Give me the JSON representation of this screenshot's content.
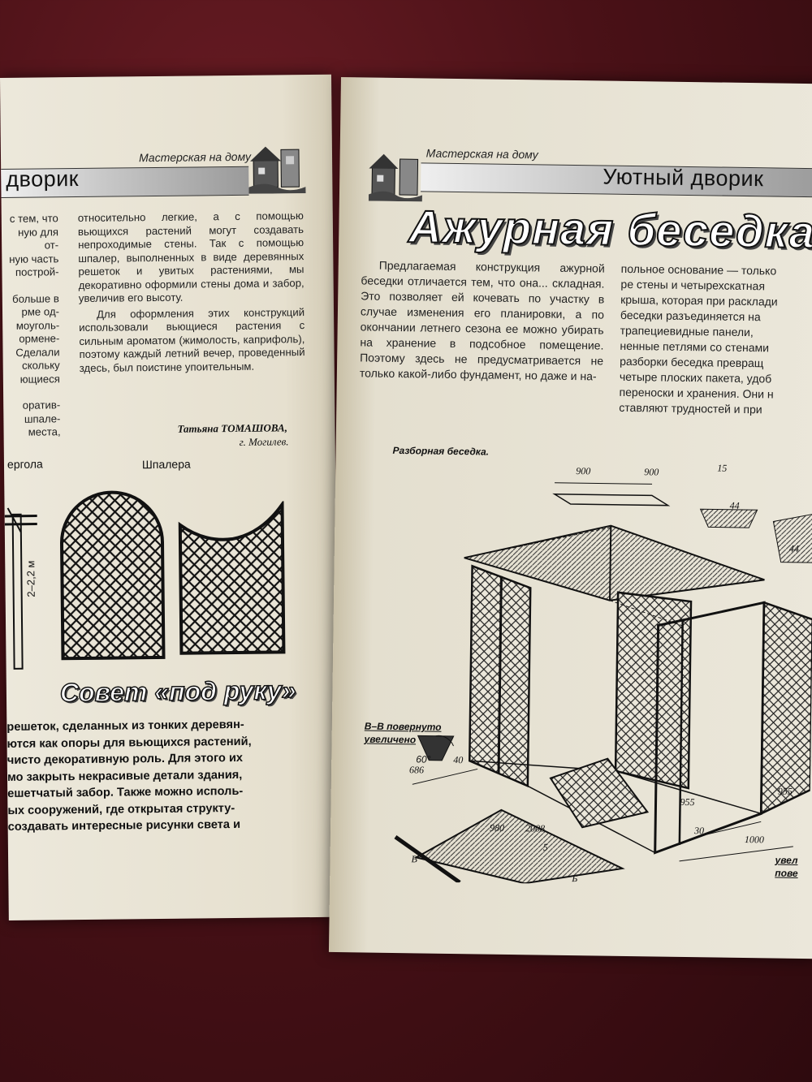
{
  "left_page": {
    "running_head": "Мастерская на дому",
    "band_title": "дворик",
    "col1_lines": [
      "с тем, что",
      "ную для от-",
      "ную часть",
      "построй-",
      "",
      "больше в",
      "рме од-",
      "моуголь-",
      "ормене-",
      "Сделали",
      "скольку",
      "ющиеся",
      "",
      "оратив-",
      "шпале-",
      "места,"
    ],
    "col2_paragraphs": [
      "относительно легкие, а с помощью вьющихся растений могут создавать непроходимые стены. Так с помощью шпалер, выполненных в виде деревянных решеток и увитых растениями, мы декоративно оформили стены дома и забор, увеличив его высоту.",
      "Для оформления этих конструкций использовали вьющиеся растения с сильным ароматом (жимолость, каприфоль), поэтому каждый летний вечер, проведенный здесь, был поистине упоительным."
    ],
    "signature_name": "Татьяна ТОМАШОВА,",
    "signature_city": "г. Могилев.",
    "pergola_label": "ергола",
    "shpalera_label": "Шпалера",
    "height_label": "2–2,2 м",
    "tip_title": "Совет «под руку»",
    "tip_lines": [
      "решеток, сделанных из тонких деревян-",
      "ются как опоры для вьющихся растений,",
      "чисто декоративную роль. Для этого их",
      "мо закрыть некрасивые детали здания,",
      "ешетчатый забор. Также можно исполь-",
      "ых сооружений, где открытая структу-",
      "создавать интересные рисунки света и"
    ]
  },
  "right_page": {
    "running_head": "Мастерская на дому",
    "band_title": "Уютный дворик",
    "main_title": "Ажурная беседка",
    "col1_text": "Предлагаемая конструкция ажурной беседки отличается тем, что она... складная. Это позволяет ей кочевать по участку в случае изменения его планировки, а по окончании летнего сезона ее можно убирать на хранение в подсобное помещение. Поэтому здесь не предусматривается не только какой-либо фундамент, но даже и на-",
    "col2_lines": [
      "польное основание — только",
      "ре стены и четырехскатная",
      "крыша, которая при расклади",
      "беседки разъединяется на",
      "трапециевидные панели,",
      "ненные петлями со стенами",
      "разборки беседка превращ",
      "четыре плоских пакета, удоб",
      "переноски и хранения. Они н",
      "ставляют трудностей и при"
    ],
    "figure_caption": "Разборная беседка.",
    "section_label_1": "В–В повернуто",
    "section_label_2": "увеличено",
    "section_label_3": "увел",
    "section_label_4": "пове",
    "angle_label": "60°",
    "dims": [
      "900",
      "900",
      "15",
      "44",
      "44",
      "686",
      "40",
      "2008",
      "980",
      "5",
      "955",
      "1000",
      "955",
      "30",
      "В",
      "Б"
    ]
  }
}
